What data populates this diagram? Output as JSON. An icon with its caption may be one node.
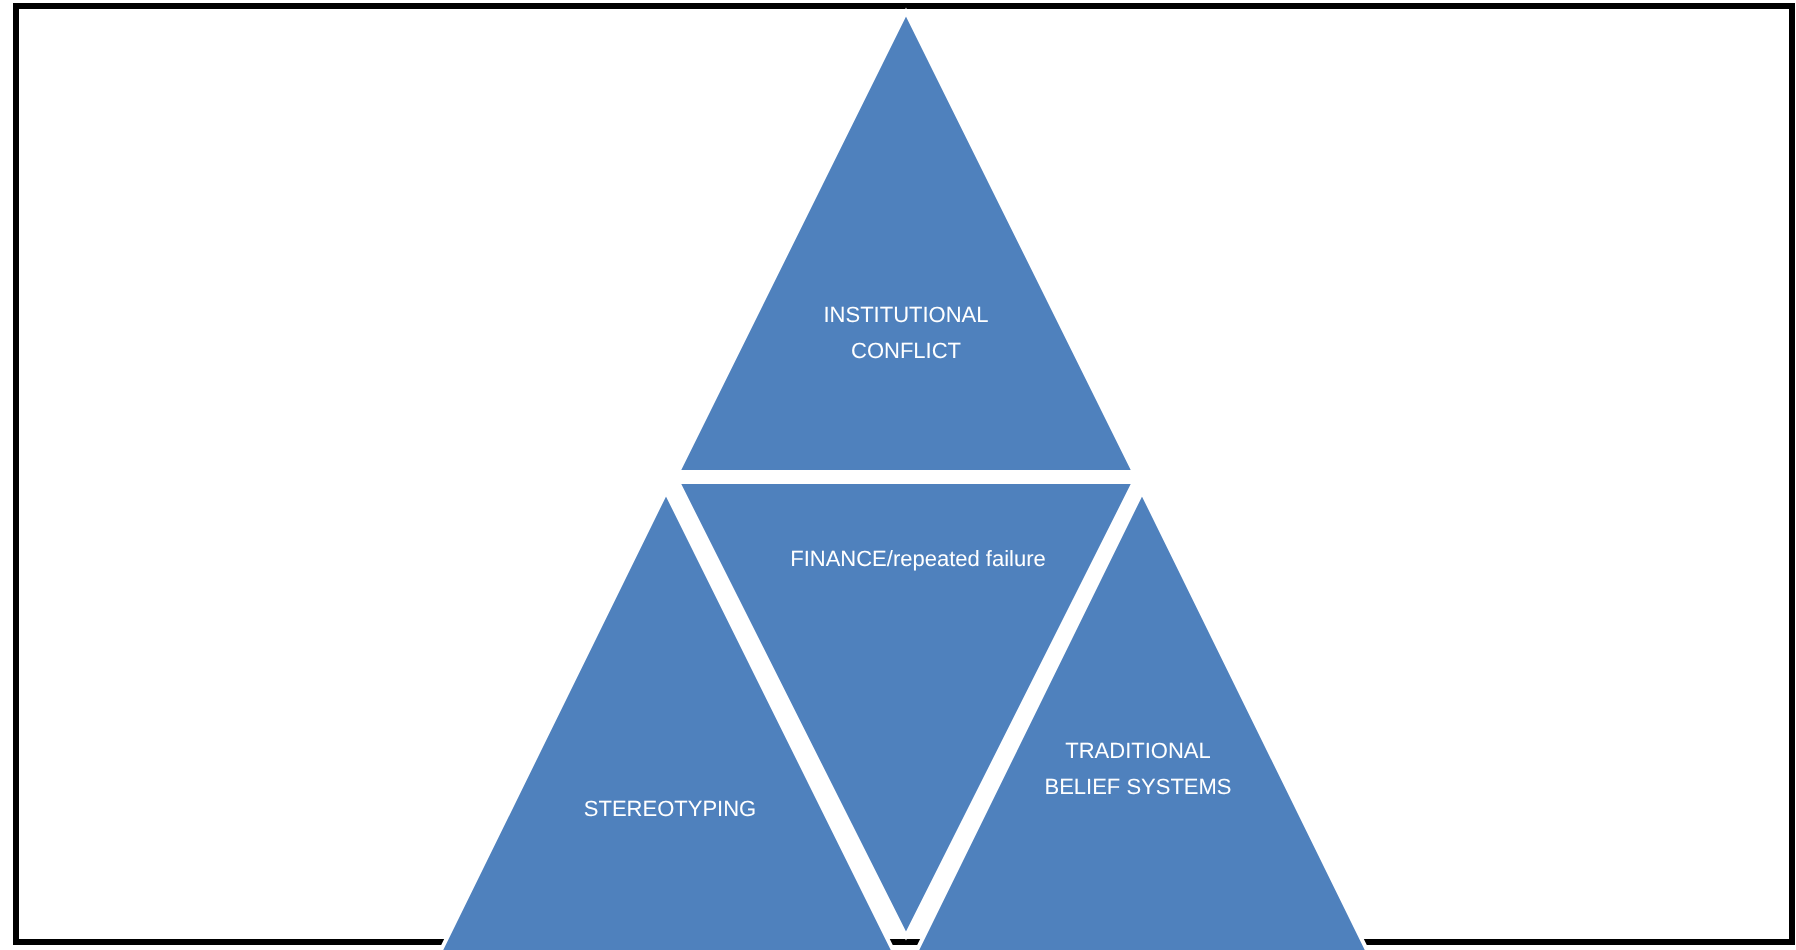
{
  "diagram": {
    "nodes": [
      {
        "text": [
          "INSTITUTIONAL CONFLICT"
        ]
      },
      {
        "text": [
          "FINANCE/repeated failure"
        ]
      },
      {
        "text": [
          "STEREOTYPING"
        ]
      },
      {
        "text": [
          "TRADITIONAL BELIEF SYSTEMS"
        ]
      }
    ]
  }
}
